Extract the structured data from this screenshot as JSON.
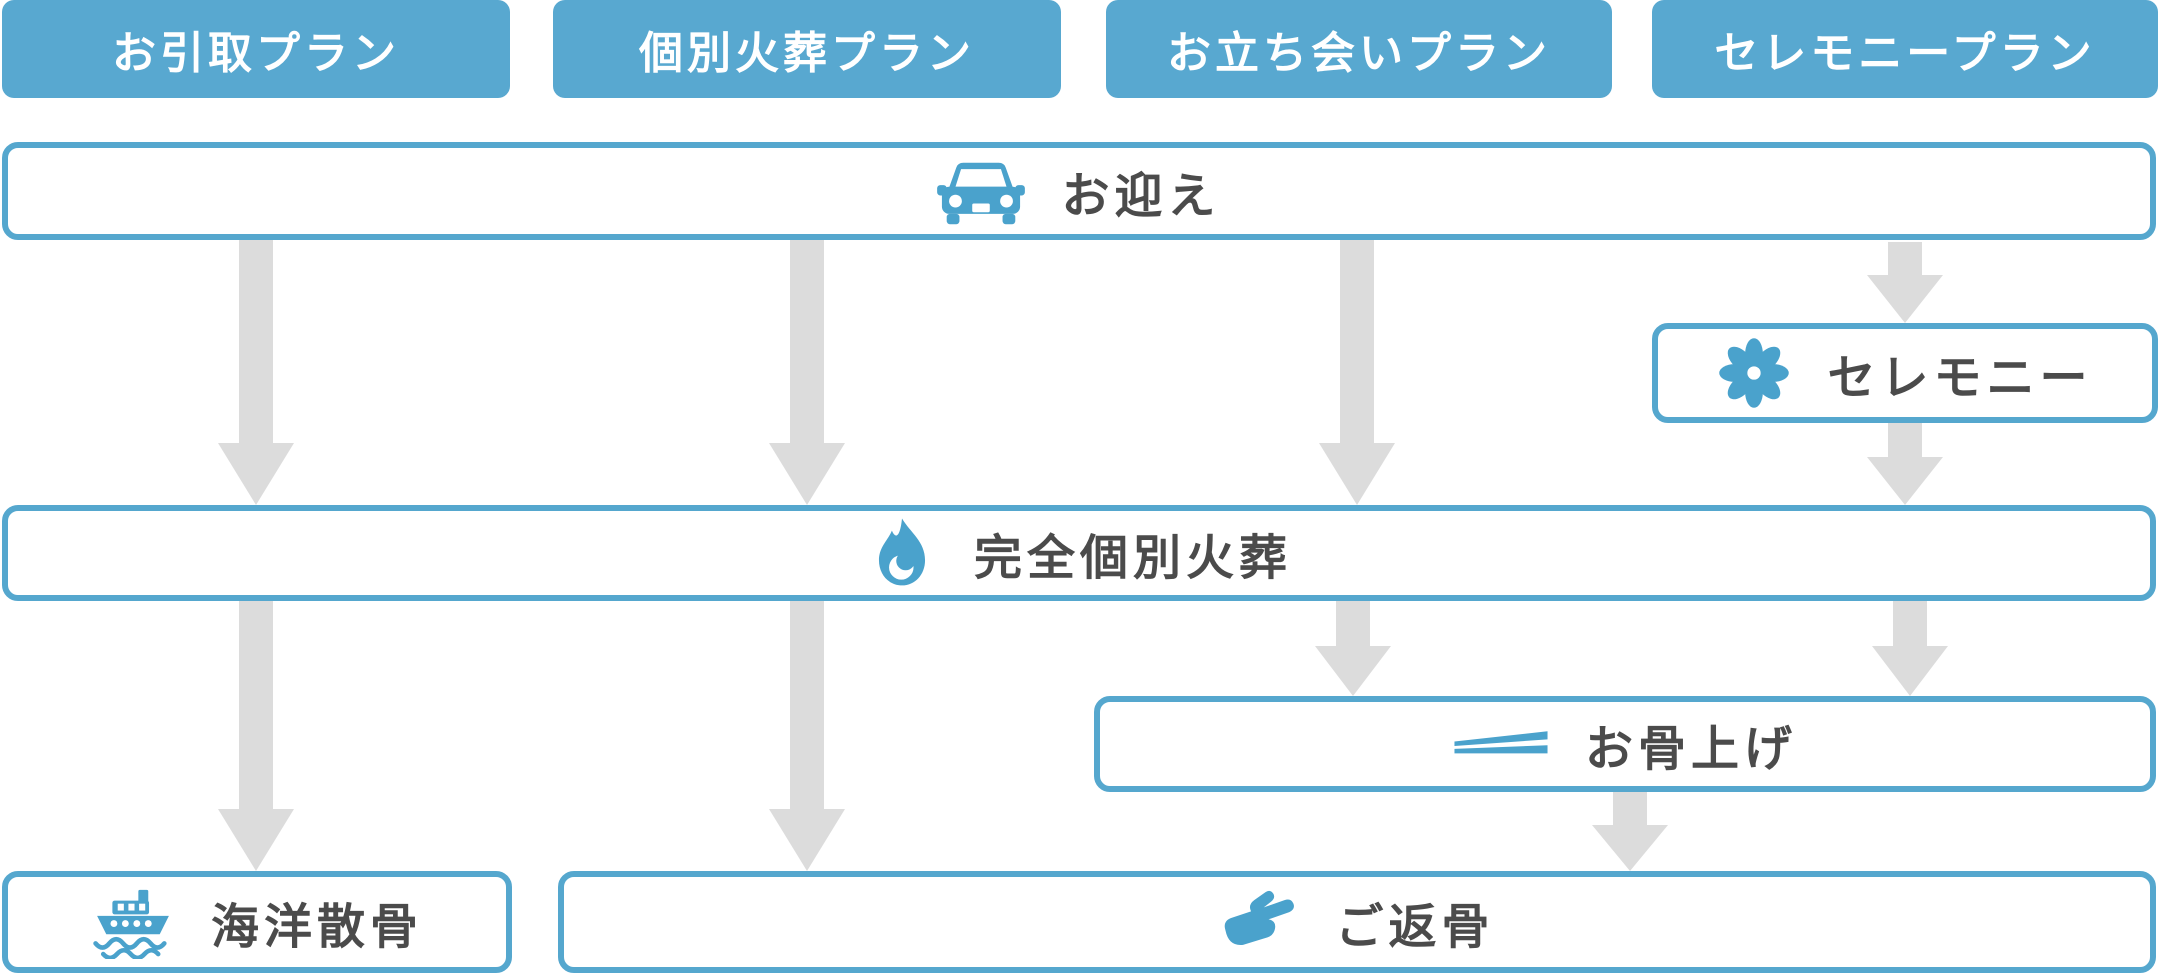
{
  "colors": {
    "plan_bg": "#58a8d0",
    "box_border": "#55a7ce",
    "arrow": "#dcdcdc",
    "icon": "#4aa2cc",
    "text": "#4b4b4b",
    "plan_text": "#ffffff"
  },
  "plan_headers": [
    {
      "label": "お引取プラン"
    },
    {
      "label": "個別火葬プラン"
    },
    {
      "label": "お立ち会いプラン"
    },
    {
      "label": "セレモニープラン"
    }
  ],
  "steps": {
    "pickup": {
      "label": "お迎え",
      "icon": "car-icon"
    },
    "ceremony": {
      "label": "セレモニー",
      "icon": "flower-icon"
    },
    "cremation": {
      "label": "完全個別火葬",
      "icon": "flame-icon"
    },
    "bone_pickup": {
      "label": "お骨上げ",
      "icon": "chopsticks-icon"
    },
    "sea_scattering": {
      "label": "海洋散骨",
      "icon": "ship-icon"
    },
    "return_of_remains": {
      "label": "ご返骨",
      "icon": "hand-icon"
    }
  }
}
